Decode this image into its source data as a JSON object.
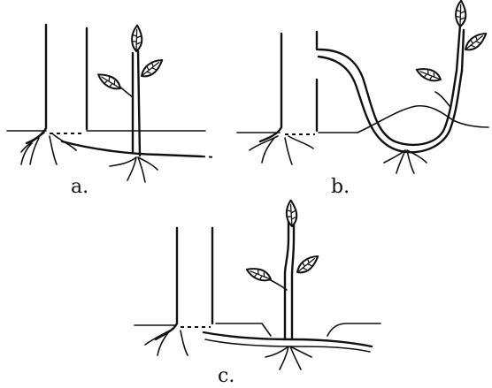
{
  "panels": [
    {
      "id": "a",
      "label": "a."
    },
    {
      "id": "b",
      "label": "b."
    },
    {
      "id": "c",
      "label": "c."
    }
  ]
}
